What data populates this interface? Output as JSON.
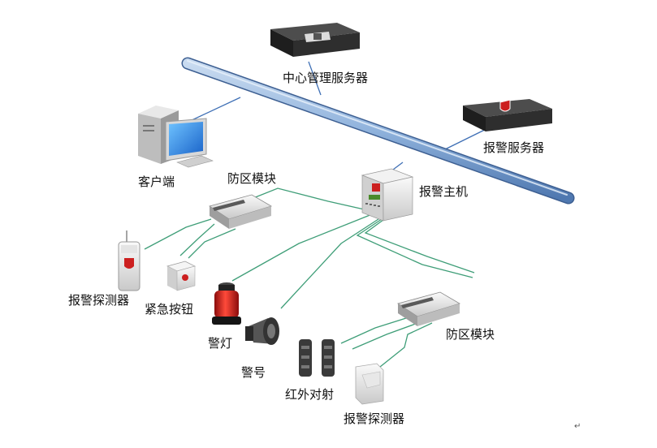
{
  "labels": {
    "central_server": "中心管理服务器",
    "alarm_server": "报警服务器",
    "client": "客户端",
    "zone_module_top": "防区模块",
    "alarm_host": "报警主机",
    "detector_left": "报警探测器",
    "emergency_button": "紧急按钮",
    "warning_light": "警灯",
    "horn": "警号",
    "infrared_beam": "红外对射",
    "zone_module_bottom": "防区模块",
    "detector_bottom": "报警探测器"
  },
  "colors": {
    "bus_pipe": "#8fb2dc",
    "ethernet_line": "#3e6fb5",
    "field_wire": "#3f9e78",
    "alarm_red": "#cc1f1f"
  },
  "icons": [
    "rack-server-icon",
    "alarm-server-icon",
    "desktop-computer-icon",
    "zone-module-icon",
    "alarm-host-panel-icon",
    "pir-detector-icon",
    "emergency-button-icon",
    "strobe-light-icon",
    "siren-horn-icon",
    "infrared-beam-icon",
    "motion-detector-icon"
  ]
}
